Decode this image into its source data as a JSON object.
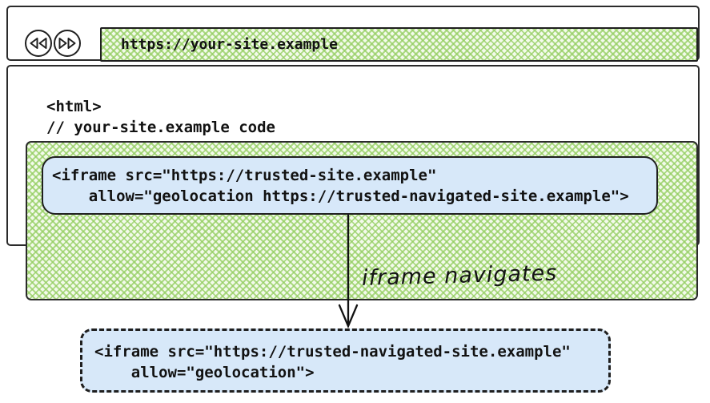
{
  "colors": {
    "hatch_green": "#94ce62",
    "hatch_base": "#f3faeb",
    "snippet_blue": "#d7e8f9",
    "stroke_dark": "#1f1f1f",
    "text_black": "#121212"
  },
  "browser": {
    "toolbar": {
      "back_icon": "rewind-icon",
      "forward_icon": "fast-forward-icon",
      "url": "https://your-site.example"
    },
    "content": {
      "code_line1": "<html>",
      "code_line2": "// your-site.example code",
      "iframe_snippet": {
        "line1": "<iframe src=\"https://trusted-site.example\"",
        "line2": "    allow=\"geolocation https://trusted-navigated-site.example\">"
      }
    }
  },
  "annotation": {
    "arrow_label": "iframe navigates"
  },
  "navigated_iframe_snippet": {
    "line1": "<iframe src=\"https://trusted-navigated-site.example\"",
    "line2": "    allow=\"geolocation\">"
  }
}
